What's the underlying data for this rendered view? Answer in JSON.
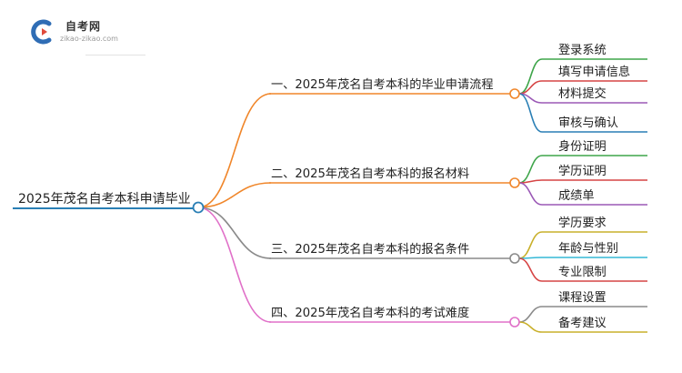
{
  "logo": {
    "title": "自考网",
    "subtitle": "zikao-zikao.com"
  },
  "root": {
    "label": "2025年茂名自考本科申请毕业"
  },
  "branches": [
    {
      "label": "一、2025年茂名自考本科的毕业申请流程",
      "color": "#f0862a",
      "children": [
        {
          "label": "登录系统",
          "color": "#3ea54a"
        },
        {
          "label": "填写申请信息",
          "color": "#d64545"
        },
        {
          "label": "材料提交",
          "color": "#9b59b6"
        },
        {
          "label": "审核与确认",
          "color": "#2a7fb5"
        }
      ]
    },
    {
      "label": "二、2025年茂名自考本科的报名材料",
      "color": "#f0862a",
      "children": [
        {
          "label": "身份证明",
          "color": "#3ea54a"
        },
        {
          "label": "学历证明",
          "color": "#d64545"
        },
        {
          "label": "成绩单",
          "color": "#9b59b6"
        }
      ]
    },
    {
      "label": "三、2025年茂名自考本科的报名条件",
      "color": "#8a8a8a",
      "children": [
        {
          "label": "学历要求",
          "color": "#c9b02b"
        },
        {
          "label": "年龄与性别",
          "color": "#35b8d6"
        },
        {
          "label": "专业限制",
          "color": "#d64545"
        }
      ]
    },
    {
      "label": "四、2025年茂名自考本科的考试难度",
      "color": "#e070c8",
      "children": [
        {
          "label": "课程设置",
          "color": "#8a8a8a"
        },
        {
          "label": "备考建议",
          "color": "#c9b02b"
        }
      ]
    }
  ]
}
